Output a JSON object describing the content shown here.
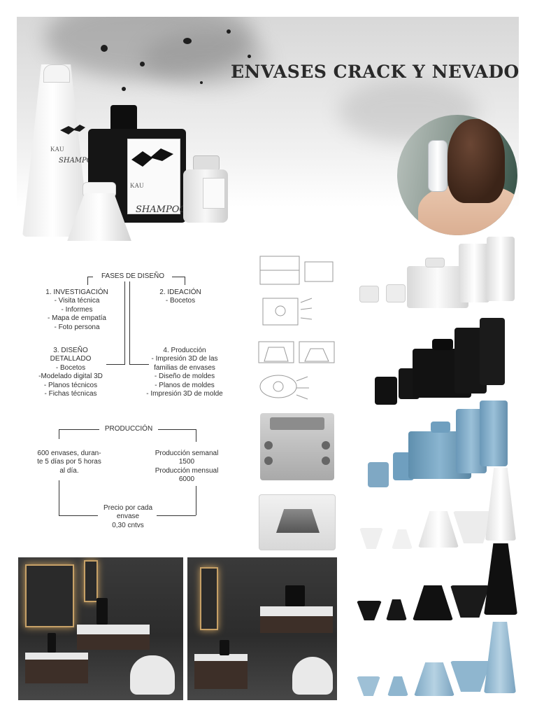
{
  "header": {
    "title": "ENVASES CRACK Y NEVADO"
  },
  "product_labels": {
    "brand": "KAU",
    "script": "SHAMPOO"
  },
  "design_phases": {
    "title": "FASES DE DISEÑO",
    "investigacion": {
      "title": "1. INVESTIGACIÓN",
      "items": [
        "- Visita técnica",
        "- Informes",
        "- Mapa de empatía",
        "- Foto persona"
      ]
    },
    "ideacion": {
      "title": "2. IDEACIÓN",
      "items": [
        "- Bocetos"
      ]
    },
    "diseno_detallado": {
      "title_line1": "3. DISEÑO",
      "title_line2": "DETALLADO",
      "items": [
        "- Bocetos",
        "-Modelado digital 3D",
        "- Planos técnicos",
        "- Fichas técnicas"
      ]
    },
    "produccion_fase": {
      "title": "4. Producción",
      "items": [
        "- Impresión 3D de las",
        "familias de envases",
        "- Diseño de moldes",
        "- Planos de moldes",
        "- Impresión 3D de molde"
      ]
    }
  },
  "production": {
    "title": "PRODUCCIÓN",
    "left_lines": [
      "600 envases, duran-",
      "te 5 días por 5 horas",
      "al día."
    ],
    "right_lines": [
      "Producción semanal",
      "1500",
      "Producción mensual",
      "6000"
    ],
    "bottom_lines": [
      "Precio por cada",
      "envase",
      "0,30 cntvs"
    ]
  },
  "colors": {
    "ink": "#1f1f1f",
    "accent_blue": "#6f9fbf",
    "warm_light": "#c7a167"
  },
  "icons": {
    "diver": "diver-silhouette-icon"
  }
}
